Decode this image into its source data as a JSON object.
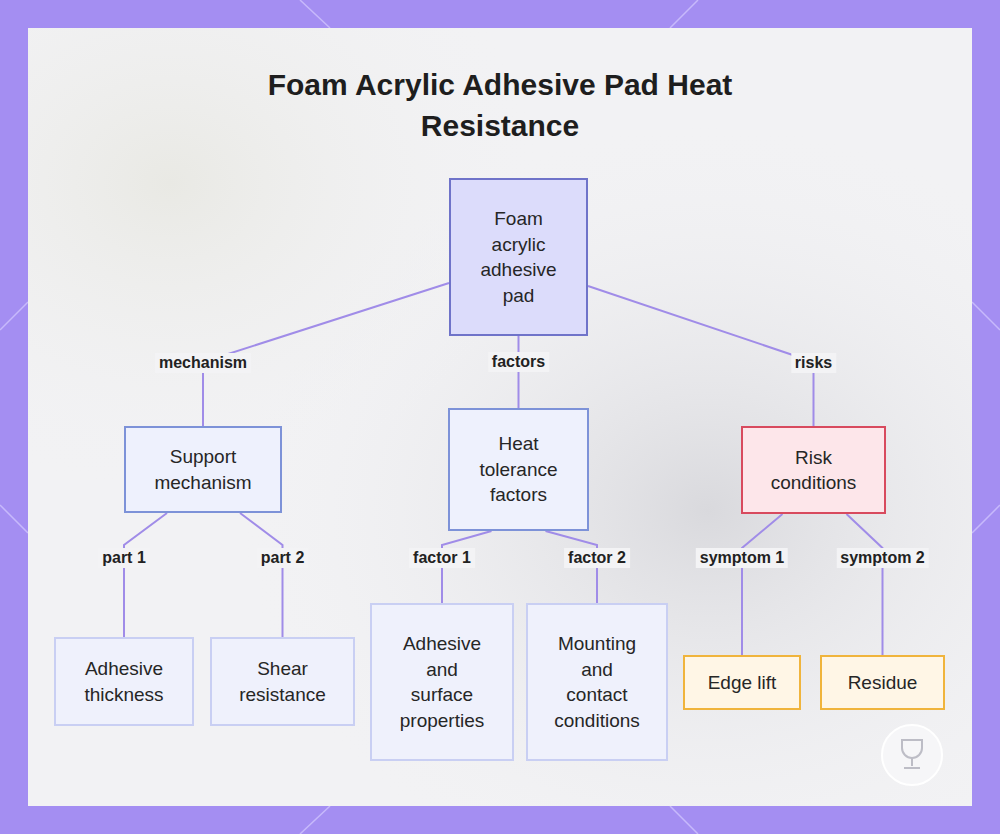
{
  "diagram": {
    "title": "Foam Acrylic Adhesive Pad Heat Resistance",
    "nodes": [
      {
        "text": [
          "Foam acrylic adhesive pad"
        ]
      },
      {
        "text": [
          "Support mechanism"
        ]
      },
      {
        "text": [
          "Heat tolerance factors"
        ]
      },
      {
        "text": [
          "Risk conditions"
        ]
      },
      {
        "text": [
          "Adhesive thickness"
        ]
      },
      {
        "text": [
          "Shear resistance"
        ]
      },
      {
        "text": [
          "Adhesive and surface properties"
        ]
      },
      {
        "text": [
          "Mounting and contact conditions"
        ]
      },
      {
        "text": [
          "Edge lift"
        ]
      },
      {
        "text": [
          "Residue"
        ]
      }
    ],
    "edges": [
      {
        "from": 0,
        "to": 1,
        "label": "mechanism",
        "arrow": "none"
      },
      {
        "from": 0,
        "to": 2,
        "label": "factors",
        "arrow": "none"
      },
      {
        "from": 0,
        "to": 3,
        "label": "risks",
        "arrow": "none"
      },
      {
        "from": 1,
        "to": 4,
        "label": "part 1",
        "arrow": "none"
      },
      {
        "from": 1,
        "to": 5,
        "label": "part 2",
        "arrow": "none"
      },
      {
        "from": 2,
        "to": 6,
        "label": "factor 1",
        "arrow": "none"
      },
      {
        "from": 2,
        "to": 7,
        "label": "factor 2",
        "arrow": "none"
      },
      {
        "from": 3,
        "to": 8,
        "label": "symptom 1",
        "arrow": "none"
      },
      {
        "from": 3,
        "to": 9,
        "label": "symptom 2",
        "arrow": "none"
      }
    ]
  }
}
